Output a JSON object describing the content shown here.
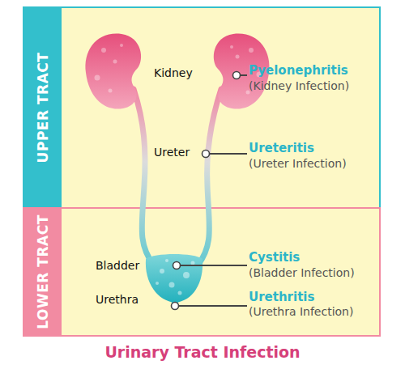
{
  "diagram": {
    "title": "Urinary Tract Infection",
    "nodes": [
      {
        "text": [
          "UPPER TRACT"
        ]
      },
      {
        "text": [
          "LOWER TRACT"
        ]
      }
    ],
    "labels": [
      "Kidney",
      "Pyelonephritis",
      "(Kidney Infection)",
      "Ureter",
      "Ureteritis",
      "(Ureter Infection)",
      "Bladder",
      "Cystitis",
      "(Bladder Infection)",
      "Urethra",
      "Urethritis",
      "(Urethra Infection)"
    ]
  }
}
